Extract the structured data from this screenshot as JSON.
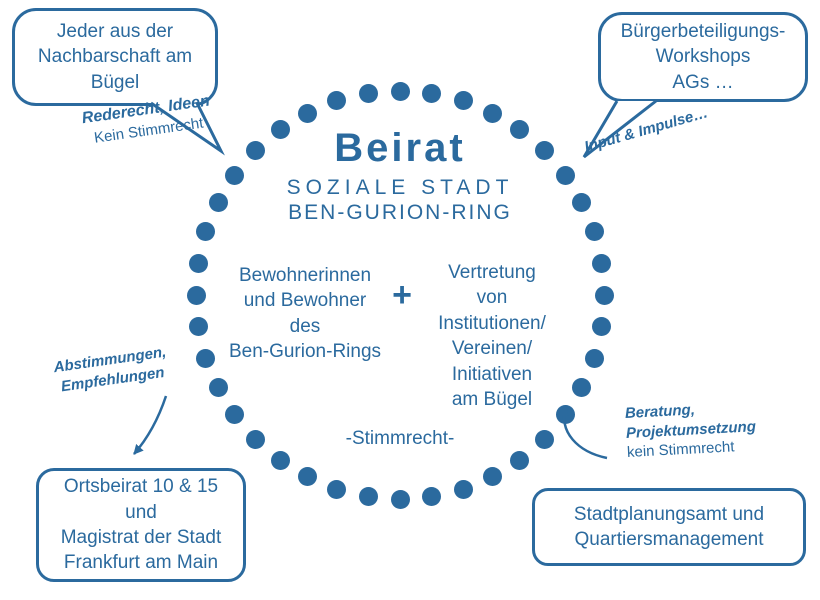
{
  "colors": {
    "accent": "#2b6a9e"
  },
  "diagram": {
    "center": {
      "title": "Beirat",
      "subtitle_line1": "SOZIALE STADT",
      "subtitle_line2": "BEN-GURION-RING",
      "left_group": "Bewohnerinnen\nund Bewohner\ndes\nBen-Gurion-Rings",
      "plus": "+",
      "right_group": "Vertretung\nvon\nInstitutionen/\nVereinen/\nInitiativen\nam Bügel",
      "voting_note": "-Stimmrecht-"
    },
    "bubbles": {
      "top_left": "Jeder aus der\nNachbarschaft am\nBügel",
      "top_right": "Bürgerbeteiligungs-\nWorkshops\nAGs …"
    },
    "boxes": {
      "bottom_left": "Ortsbeirat 10 & 15\nund\nMagistrat der Stadt\nFrankfurt am Main",
      "bottom_right": "Stadtplanungsamt und\nQuartiersmanagement"
    },
    "notes": {
      "top_left_bold": "Rederecht, Ideen",
      "top_left_regular": "Kein Stimmrecht",
      "top_right": "Input & Impulse…",
      "bottom_left": "Abstimmungen,\nEmpfehlungen",
      "bottom_right_bold": "Beratung,\nProjektumsetzung",
      "bottom_right_regular": "kein Stimmrecht"
    }
  }
}
